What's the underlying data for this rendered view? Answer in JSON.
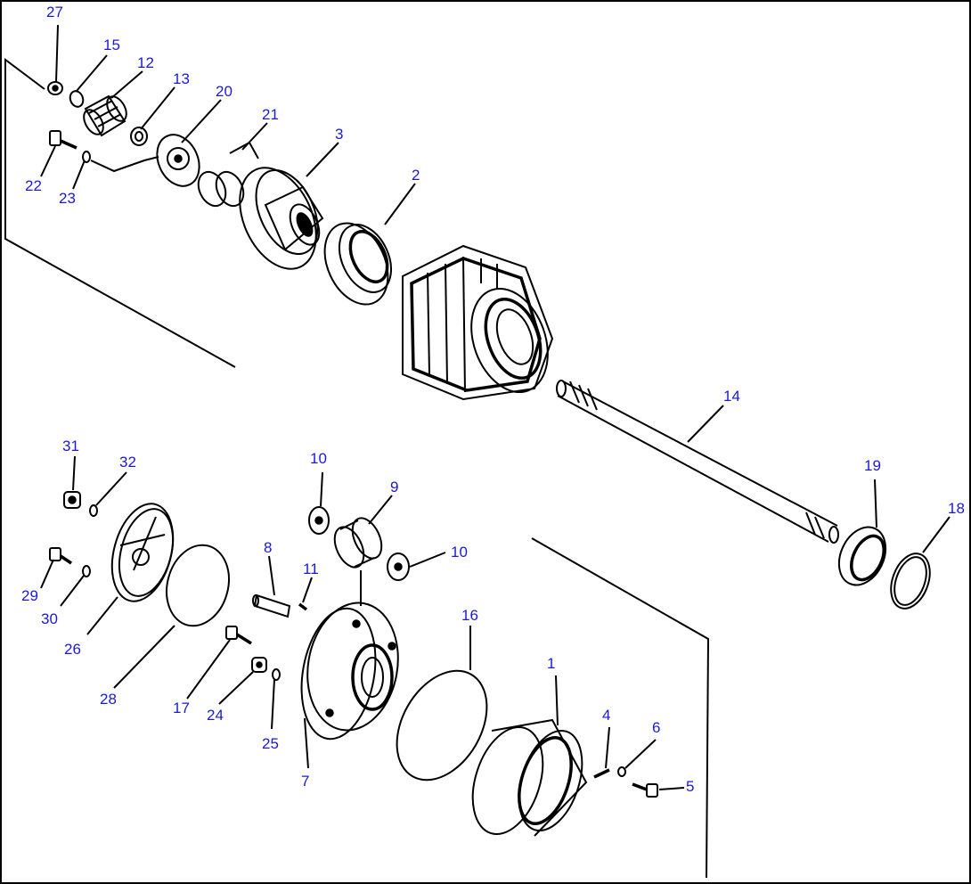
{
  "diagram": {
    "callouts": [
      "27",
      "15",
      "12",
      "13",
      "20",
      "21",
      "3",
      "2",
      "22",
      "23",
      "14",
      "31",
      "32",
      "10",
      "9",
      "10",
      "11",
      "8",
      "29",
      "30",
      "26",
      "28",
      "17",
      "24",
      "25",
      "7",
      "16",
      "1",
      "4",
      "6",
      "5",
      "19",
      "18"
    ]
  }
}
